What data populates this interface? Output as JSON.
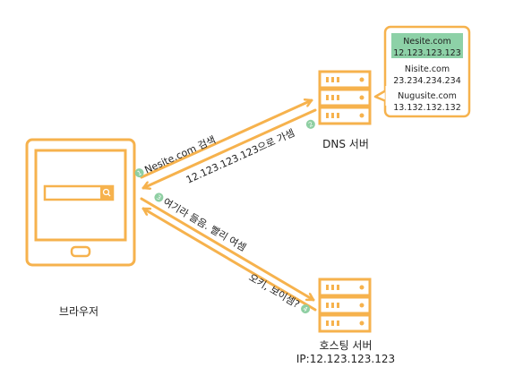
{
  "colors": {
    "accent": "#f6b24d",
    "step_badge": "#8fcfa3",
    "highlight": "#8dd1a7",
    "bubble_border": "#f6b24d"
  },
  "browser": {
    "label": "브라우저"
  },
  "dns_server": {
    "label": "DNS 서버",
    "records": [
      {
        "name": "Nesite.com",
        "ip": "12.123.123.123",
        "highlighted": true
      },
      {
        "name": "Nisite.com",
        "ip": "23.234.234.234",
        "highlighted": false
      },
      {
        "name": "Nugusite.com",
        "ip": "13.132.132.132",
        "highlighted": false
      }
    ]
  },
  "hosting_server": {
    "label": "호스팅 서버",
    "ip_label": "IP:12.123.123.123"
  },
  "steps": [
    {
      "number": "1",
      "text": "Nesite.com 검색"
    },
    {
      "number": "2",
      "text": "12.123.123.123으로 가셈"
    },
    {
      "number": "3",
      "text": "여기라 들음. 빨리 여셈"
    },
    {
      "number": "4",
      "text": "오키, 보이셈?"
    }
  ]
}
